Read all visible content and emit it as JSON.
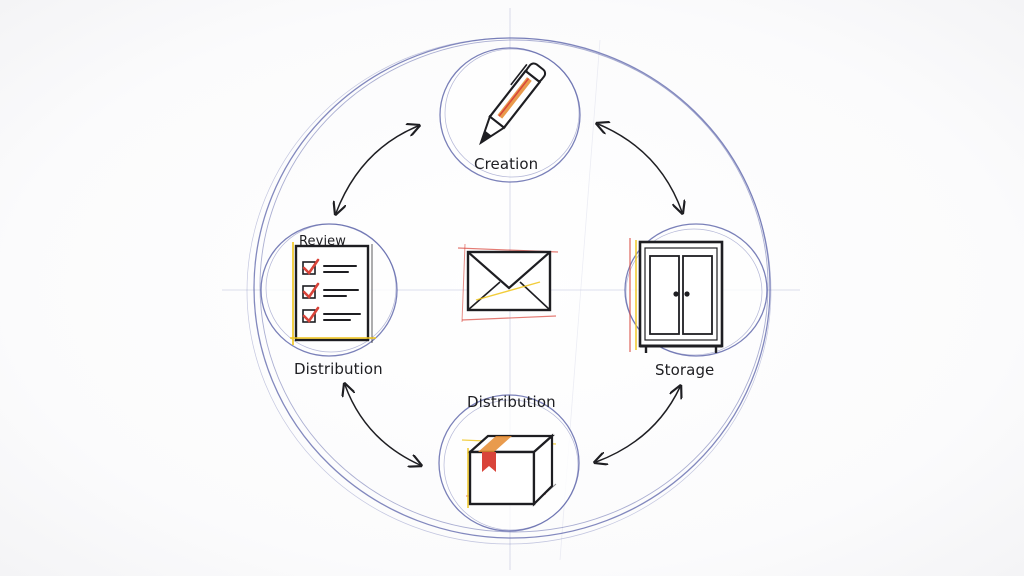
{
  "diagram": {
    "nodes": {
      "creation": {
        "label": "Creation",
        "icon": "pen-icon"
      },
      "review": {
        "label_top": "Review",
        "label_bottom": "Distribution",
        "icon": "checklist-icon"
      },
      "storage": {
        "label": "Storage",
        "icon": "cabinet-icon"
      },
      "distribution": {
        "label": "Distribution",
        "icon": "box-icon"
      },
      "center": {
        "icon": "envelope-icon"
      }
    },
    "edges": [
      {
        "from": "creation",
        "to": "review",
        "direction": "both"
      },
      {
        "from": "creation",
        "to": "storage",
        "direction": "both"
      },
      {
        "from": "review",
        "to": "distribution",
        "direction": "both"
      },
      {
        "from": "storage",
        "to": "distribution",
        "direction": "both"
      }
    ],
    "colors": {
      "outline": "#5a62a8",
      "ink": "#1e1e22",
      "accent_red": "#d9443a",
      "accent_orange": "#e58a2e",
      "accent_yellow": "#f0c419"
    }
  }
}
